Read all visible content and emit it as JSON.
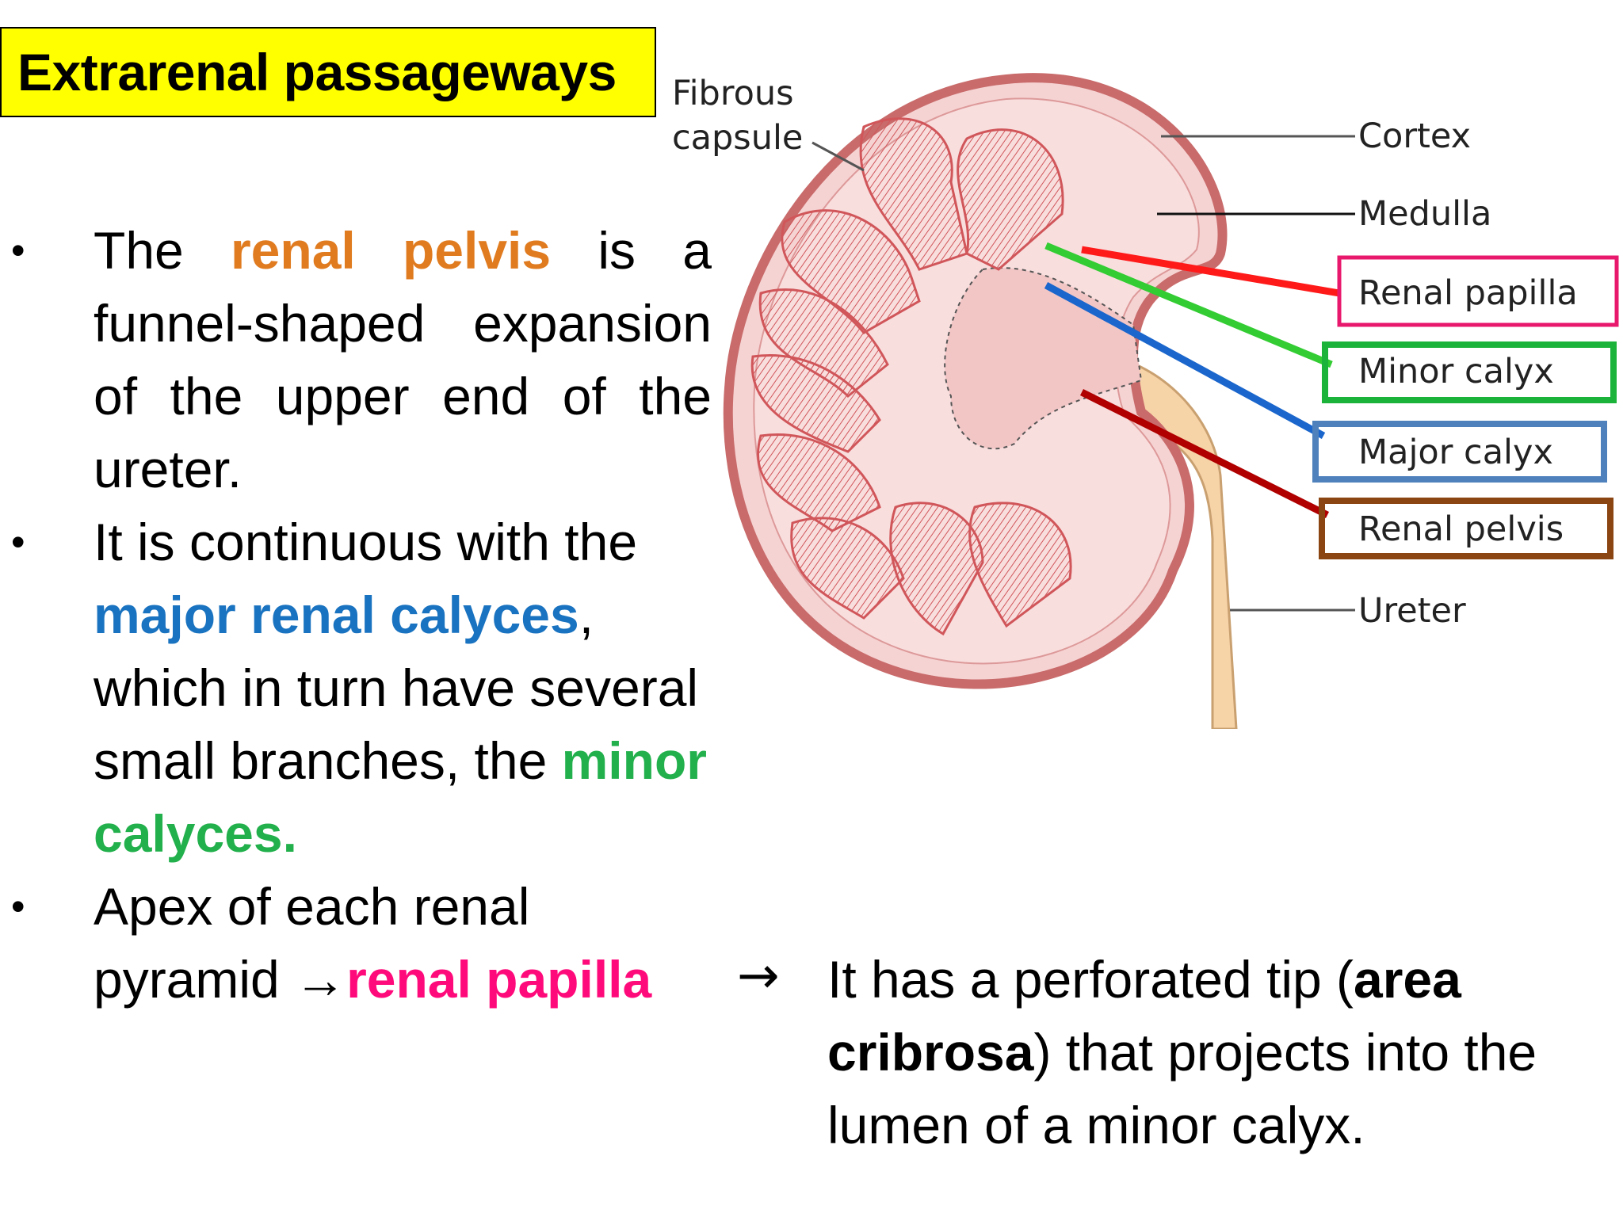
{
  "title": "Extrarenal passageways",
  "bullets": [
    {
      "pre": "The ",
      "highlight": "renal pelvis",
      "post": " is a funnel-shaped expansion of the upper end of the ureter."
    },
    {
      "pre": "It is continuous with the ",
      "highlight": "major renal calyces",
      "mid": ", which in turn have several small branches, the ",
      "highlight2": "minor calyces."
    },
    {
      "pre": "Apex of each renal pyramid ",
      "arrow": "→",
      "highlight": "renal papilla"
    }
  ],
  "explanation": {
    "arrow": "→",
    "pre": "It has a perforated tip (",
    "bold1": "area cribrosa",
    "post": ") that projects into the lumen of a minor calyx."
  },
  "diagram": {
    "labels": {
      "fibrous_line1": "Fibrous",
      "fibrous_line2": "capsule",
      "cortex": "Cortex",
      "medulla": "Medulla",
      "renal_papilla": "Renal papilla",
      "minor_calyx": "Minor calyx",
      "major_calyx": "Major calyx",
      "renal_pelvis": "Renal pelvis",
      "ureter": "Ureter"
    },
    "colors": {
      "renal_papilla": "#e8186d",
      "minor_calyx": "#1cb33a",
      "major_calyx": "#4f81bd",
      "renal_pelvis": "#8b4513",
      "line_red": "#ff1a1a",
      "line_green": "#33cc33",
      "line_blue": "#1a66cc",
      "line_darkred": "#b00000",
      "kidney_outline": "#c96b6b",
      "kidney_fill": "#f6d3d3",
      "ureter_fill": "#f7d3a8"
    }
  }
}
